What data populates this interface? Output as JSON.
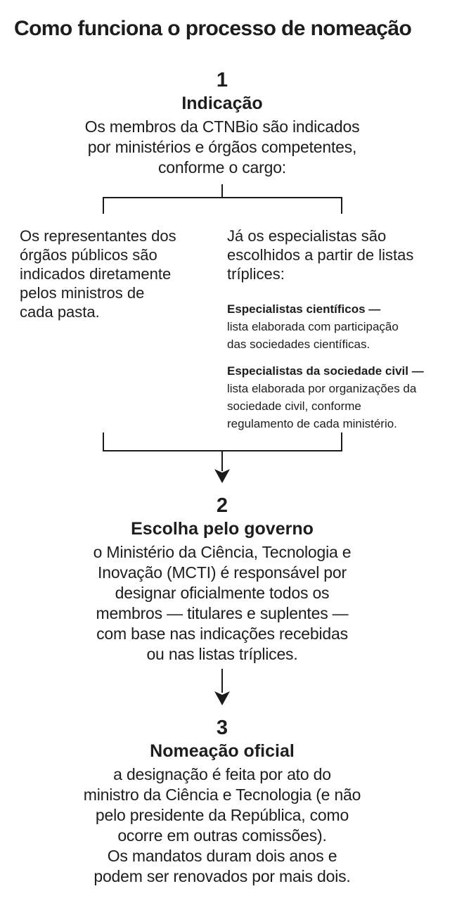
{
  "title": "Como funciona o processo de nomeação",
  "steps": [
    {
      "number": "1",
      "heading": "Indicação",
      "body": "Os membros da CTNBio são indicados\npor ministérios e órgãos competentes,\nconforme o cargo:"
    },
    {
      "number": "2",
      "heading": "Escolha pelo governo",
      "body": "o Ministério da Ciência, Tecnologia e\nInovação (MCTI) é responsável por\ndesignar oficialmente todos os\nmembros — titulares e suplentes —\ncom base nas indicações recebidas\nou nas listas tríplices."
    },
    {
      "number": "3",
      "heading": "Nomeação oficial",
      "body": "a designação é feita por ato do\nministro da Ciência e Tecnologia (e não\npelo presidente da República, como\nocorre em outras comissões).\nOs mandatos duram dois anos e\npodem ser renovados por mais dois."
    }
  ],
  "branches": {
    "left": {
      "text": "Os representantes dos\nórgãos públicos são\nindicados diretamente\npelos ministros de\ncada pasta."
    },
    "right": {
      "lead": "Já os especialistas são\nescolhidos a partir de listas\ntríplices:",
      "items": [
        {
          "label": "Especialistas científicos —",
          "detail": "lista elaborada com participação\ndas sociedades científicas."
        },
        {
          "label": "Especialistas da sociedade civil —",
          "detail": "lista elaborada por organizações da\nsociedade civil, conforme\nregulamento de cada ministério."
        }
      ]
    }
  },
  "icons": {
    "arrow_down": "arrow-down-icon"
  },
  "colors": {
    "text": "#1d1d1d",
    "line": "#1a1a1a",
    "background": "#ffffff"
  }
}
